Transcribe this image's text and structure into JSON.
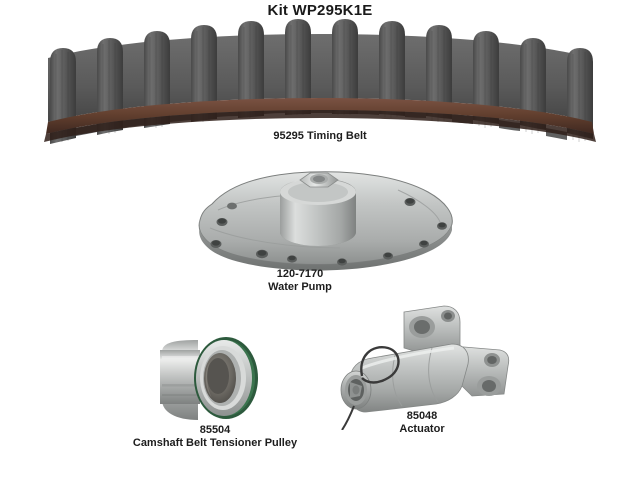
{
  "page": {
    "title": "Kit WP295K1E",
    "background_color": "#ffffff",
    "text_color": "#1d1d1d"
  },
  "parts": [
    {
      "id": "timing-belt",
      "part_number": "95295",
      "name": "Timing Belt",
      "caption": "95295 Timing Belt",
      "colors": {
        "tooth": "#585858",
        "tooth_dark": "#3f3f3f",
        "tooth_light": "#7d7d7d",
        "backing": "#6b4638",
        "backing_dark": "#4a2f25"
      }
    },
    {
      "id": "water-pump",
      "part_number": "120-7170",
      "name": "Water Pump",
      "caption_line1": "120-7170",
      "caption_line2": "Water Pump",
      "colors": {
        "body": "#b9bcbb",
        "body_light": "#dcdedd",
        "body_dark": "#8e9190",
        "hole": "#4a4d4c"
      }
    },
    {
      "id": "camshaft-belt-tensioner-pulley",
      "part_number": "85504",
      "name": "Camshaft Belt Tensioner Pulley",
      "caption_line1": "85504",
      "caption_line2": "Camshaft Belt Tensioner Pulley",
      "colors": {
        "metal": "#c3c5c4",
        "metal_light": "#e8eae9",
        "metal_dark": "#8c8e8d",
        "seal_green": "#2d5a3d",
        "bore": "#6d6a64"
      }
    },
    {
      "id": "actuator",
      "part_number": "85048",
      "name": "Actuator",
      "caption_line1": "85048",
      "caption_line2": "Actuator",
      "colors": {
        "body": "#bcbebd",
        "body_light": "#e2e4e3",
        "body_dark": "#8a8c8b",
        "wire": "#3a3a3a"
      }
    }
  ]
}
